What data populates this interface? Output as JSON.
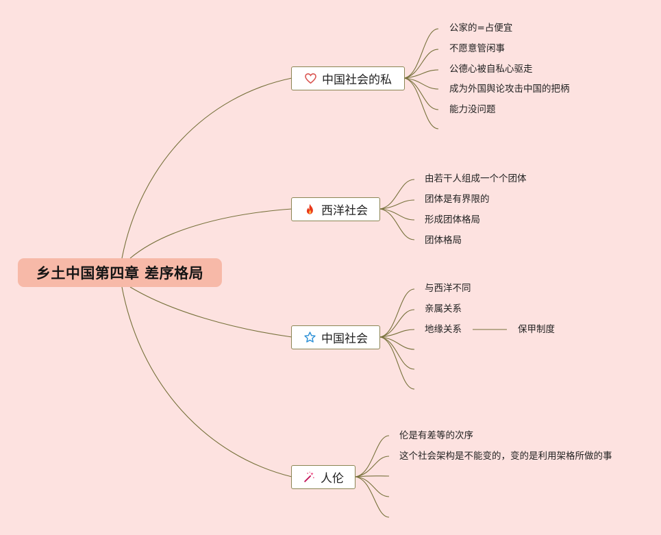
{
  "root": {
    "label": "乡土中国第四章 差序格局"
  },
  "branches": [
    {
      "label": "中国社会的私",
      "icon": "heart-icon",
      "items": [
        "公家的=占便宜",
        "不愿意管闲事",
        "公德心被自私心驱走",
        "成为外国舆论攻击中国的把柄",
        "能力没问题",
        ""
      ]
    },
    {
      "label": "西洋社会",
      "icon": "fire-icon",
      "items": [
        "由若干人组成一个个团体",
        "团体是有界限的",
        "形成团体格局",
        "团体格局"
      ]
    },
    {
      "label": "中国社会",
      "icon": "star-icon",
      "items": [
        "与西洋不同",
        "亲属关系",
        "地缘关系",
        "",
        "",
        ""
      ],
      "sub": "保甲制度"
    },
    {
      "label": "人伦",
      "icon": "magic-wand-icon",
      "items": [
        "伦是有差等的次序",
        "这个社会架构是不能变的，变的是利用架格所做的事",
        "",
        "",
        ""
      ]
    }
  ],
  "colors": {
    "background": "#fde2e0",
    "root_fill": "#f7b9a8",
    "line": "#76703a",
    "heart": "#d9534f",
    "fire": "#e8381a",
    "star": "#2a8fd6",
    "wand": "#c2185b"
  }
}
